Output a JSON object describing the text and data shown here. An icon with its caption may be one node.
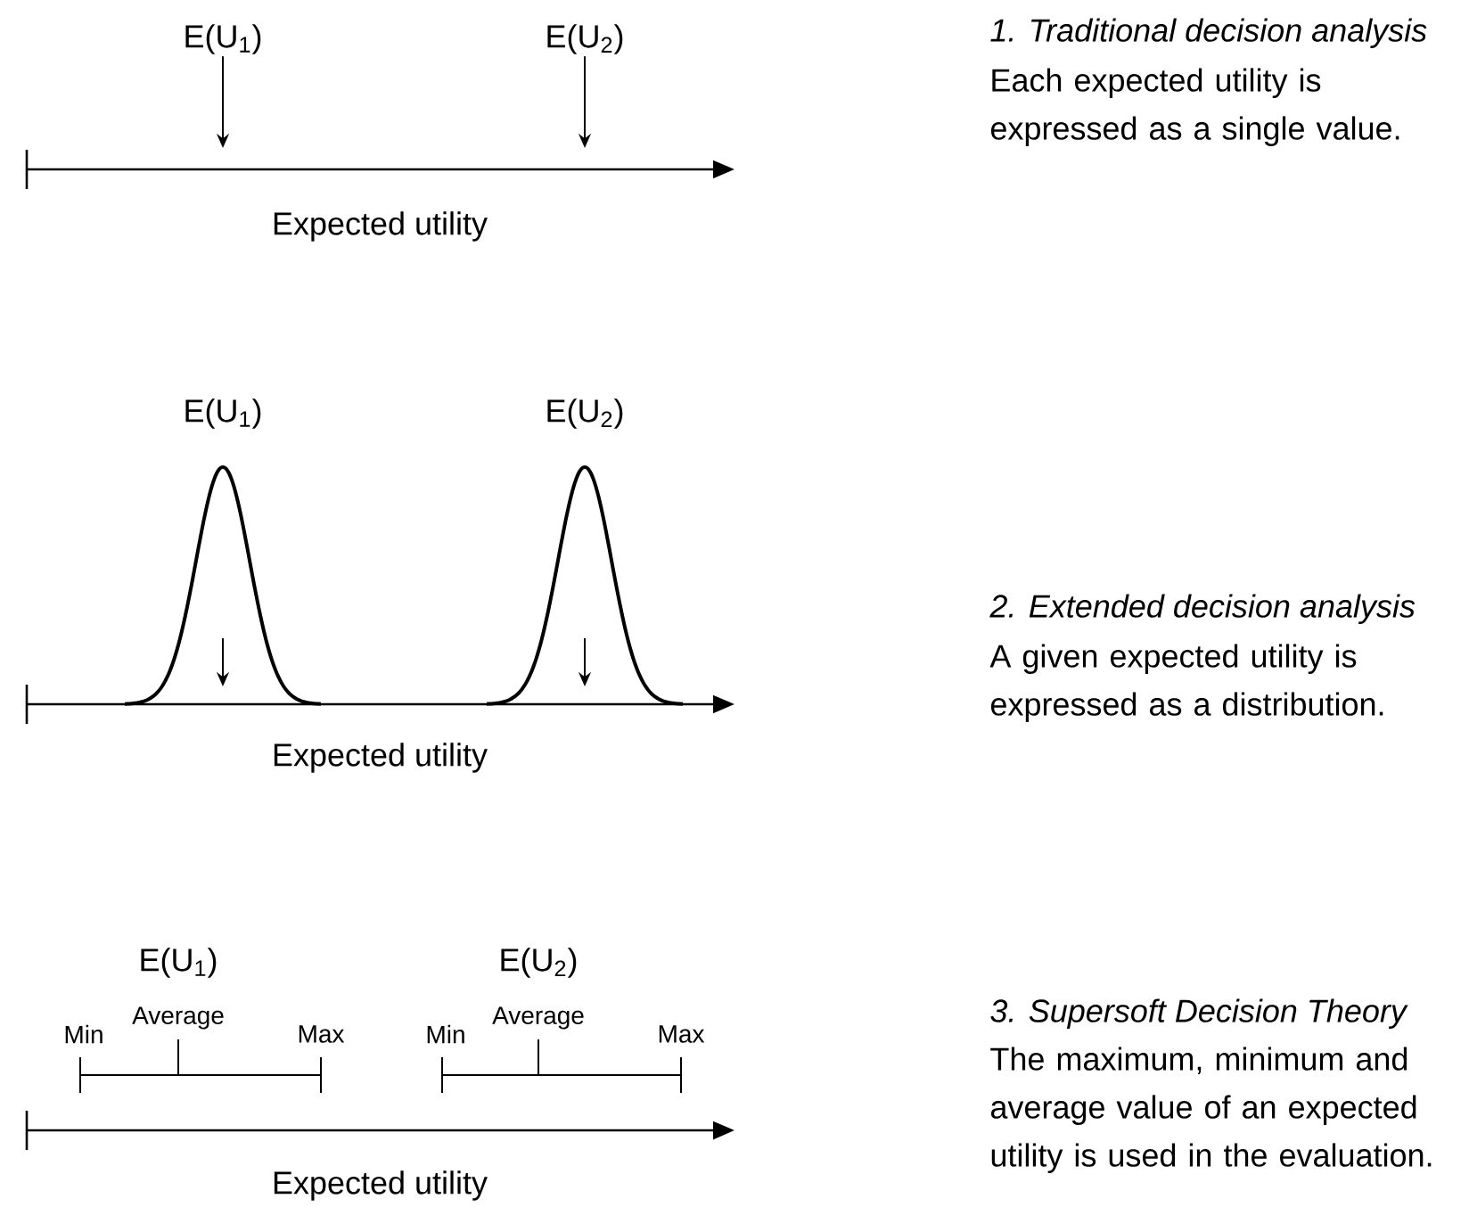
{
  "diagram": {
    "nodes": [
      {
        "text": [
          "E(U$_{1}$)"
        ]
      },
      {
        "text": [
          "E(U$_{2}$)"
        ]
      },
      {
        "text": [
          "E(U$_{1}$)"
        ]
      },
      {
        "text": [
          "E(U$_{2}$)"
        ]
      }
    ],
    "edges": [
      {
        "from": 0,
        "to": null,
        "arrow": "to"
      },
      {
        "from": 1,
        "to": null,
        "arrow": "to"
      },
      {
        "from": 2,
        "to": null,
        "arrow": "to"
      },
      {
        "from": 3,
        "to": null,
        "arrow": "to"
      }
    ],
    "labels": [
      "1. Traditional decision analysis",
      "Each expected utility is expressed as a single value.",
      "Expected utility",
      "2. Extended decision analysis",
      "A given expected utility is expressed as a distribution.",
      "Expected utility",
      "E(U$_{1}$)",
      "E(U$_{2}$)",
      "Min",
      "Average",
      "Max",
      "Min",
      "Average",
      "Max",
      "3. Supersoft Decision Theory",
      "The maximum, minimum and average value of an expected utility is used in the evaluation.",
      "Expected utility"
    ]
  }
}
